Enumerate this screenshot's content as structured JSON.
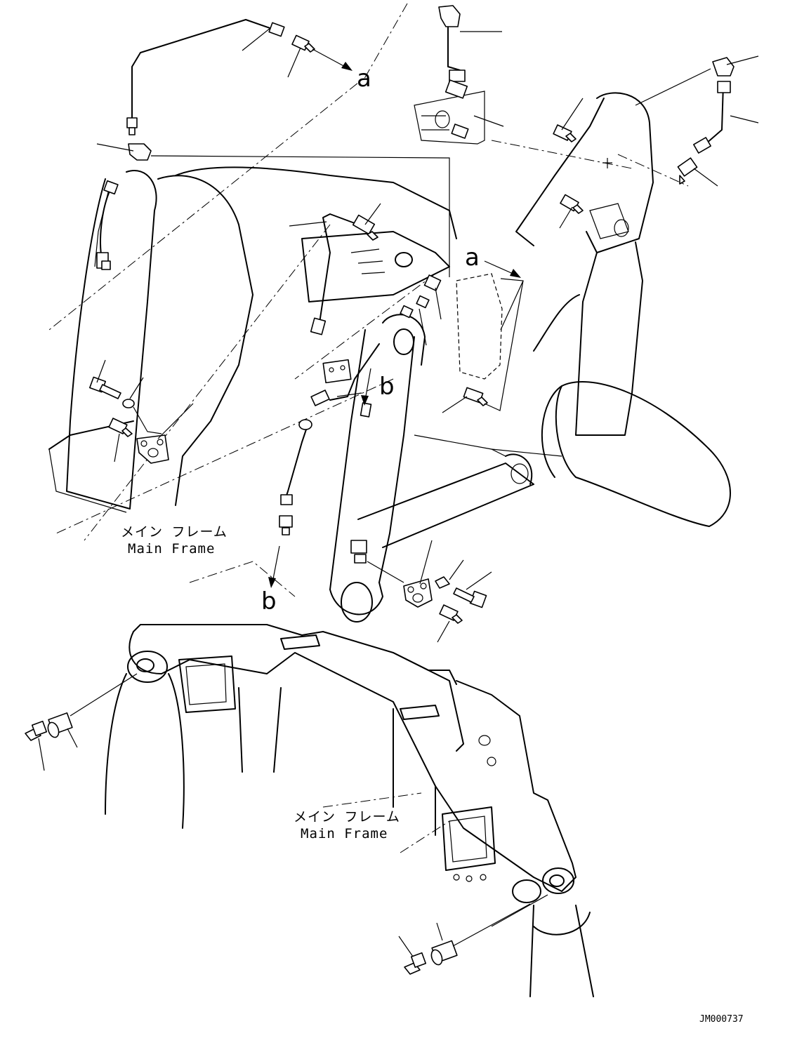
{
  "figure": {
    "labels": {
      "main_frame_upper_jp": "メイン フレーム",
      "main_frame_upper_en": "Main Frame",
      "main_frame_lower_jp": "メイン フレーム",
      "main_frame_lower_en": "Main Frame",
      "ref_a_top": "a",
      "ref_a_mid": "a",
      "ref_b_mid": "b",
      "ref_b_low": "b",
      "drawing_code": "JM000737"
    }
  }
}
